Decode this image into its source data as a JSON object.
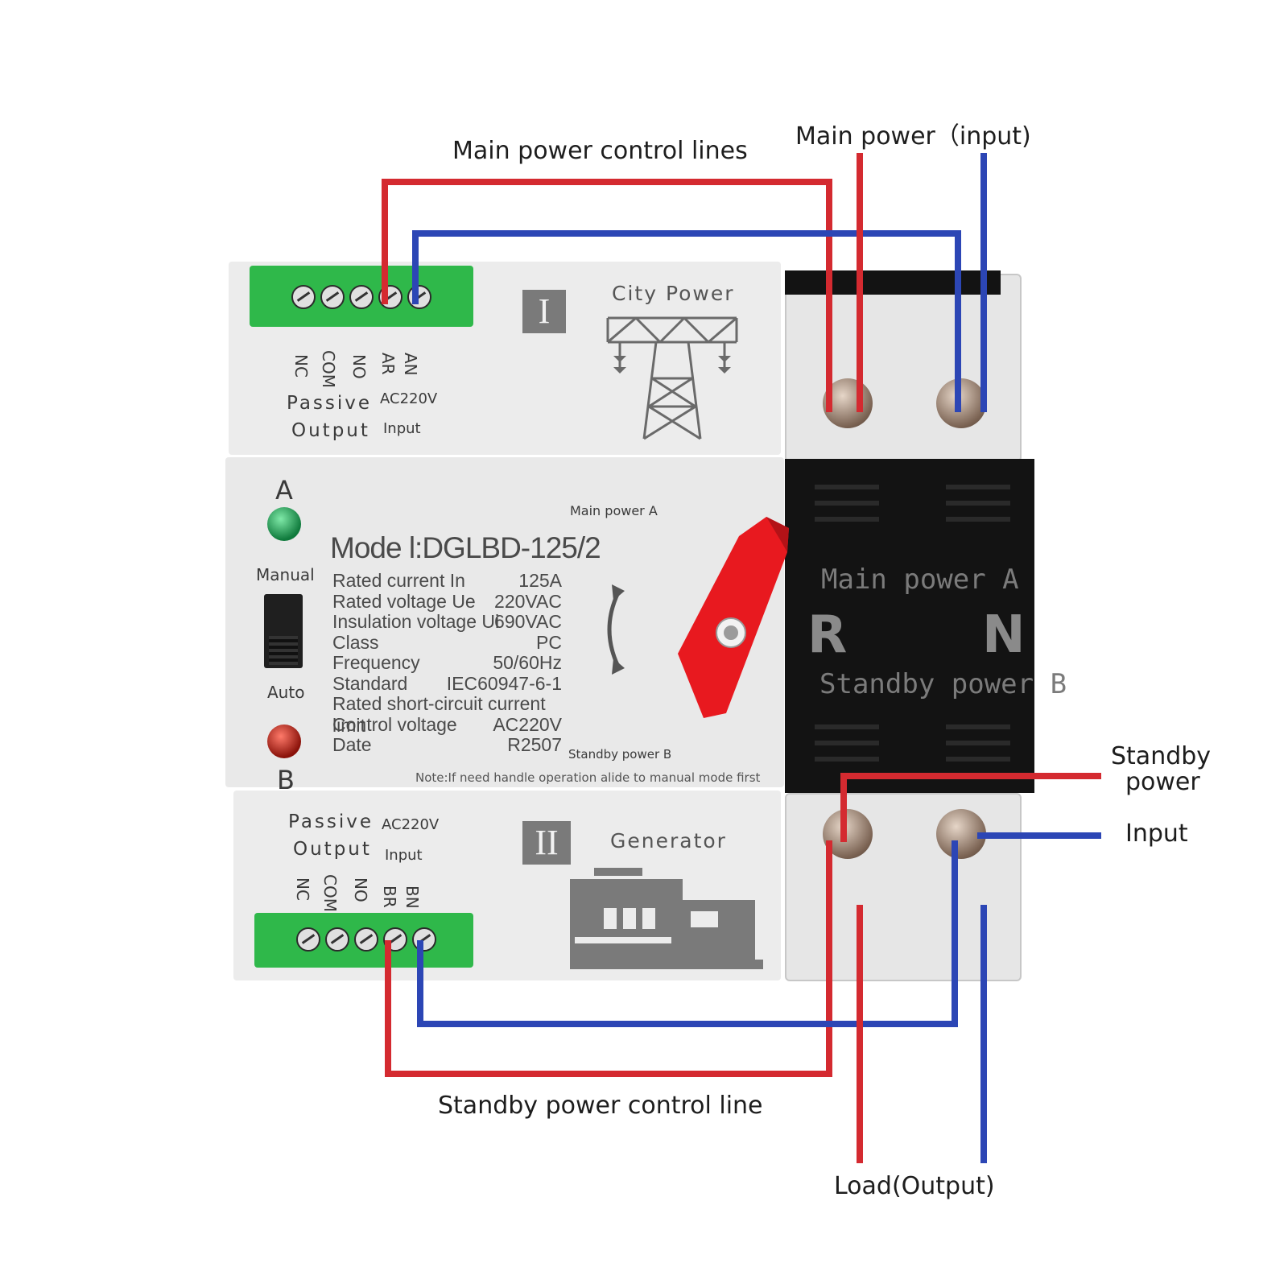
{
  "callouts": {
    "main_power_input": "Main power（input)",
    "main_power_control_lines": "Main power control lines",
    "standby_power_line1": "Standby",
    "standby_power_line2": "power",
    "input": "Input",
    "standby_power_control_line": "Standby power control line",
    "load_output": "Load(Output)"
  },
  "top_module": {
    "roman": "I",
    "title": "City Power",
    "terminal_labels": [
      "NC",
      "COM",
      "NO",
      "AR",
      "AN"
    ],
    "passive": "Passive",
    "output": "Output",
    "ac220v": "AC220V",
    "input": "Input"
  },
  "bottom_module": {
    "roman": "II",
    "title": "Generator",
    "terminal_labels": [
      "NC",
      "COM",
      "NO",
      "BR",
      "BN"
    ],
    "passive": "Passive",
    "output": "Output",
    "ac220v": "AC220V",
    "input": "Input"
  },
  "front_panel": {
    "indicator_a": "A",
    "indicator_b": "B",
    "manual": "Manual",
    "auto": "Auto",
    "model": "Mode l:DGLBD-125/2",
    "main_power_a": "Main power A",
    "standby_power_b": "Standby power B",
    "note": "Note:If need handle operation alide to manual mode first",
    "specs": [
      {
        "k": "Rated current In",
        "v": "125A"
      },
      {
        "k": "Rated voltage Ue",
        "v": "220VAC"
      },
      {
        "k": "Insulation voltage Ui",
        "v": "690VAC"
      },
      {
        "k": "Class",
        "v": "PC"
      },
      {
        "k": "Frequency",
        "v": "50/60Hz"
      },
      {
        "k": "Standard",
        "v": "IEC60947-6-1"
      },
      {
        "k": "Rated short-circuit current limit",
        "v": ""
      },
      {
        "k": "Control voltage",
        "v": "AC220V"
      },
      {
        "k": "Date",
        "v": "R2507"
      }
    ]
  },
  "black_block": {
    "main_power_a": "Main power A",
    "r": "R",
    "n": "N",
    "standby_power_b": "Standby power B"
  },
  "colors": {
    "red_wire": "#d42a30",
    "blue_wire": "#2c46b5",
    "terminal_green": "#2fb84a",
    "handle_red": "#e8191f"
  }
}
